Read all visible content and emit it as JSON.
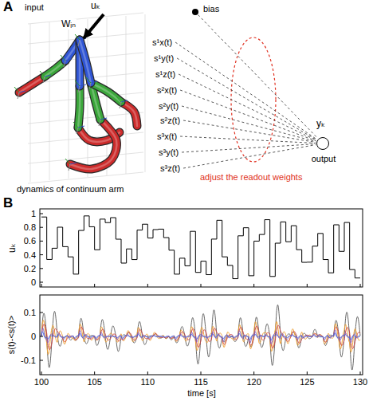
{
  "diagram": {
    "nodes": [
      {
        "text": [
          "bias"
        ]
      },
      {
        "text": [
          "yₖ",
          "output"
        ]
      }
    ],
    "edges": [
      {
        "from": 0,
        "to": 1,
        "arrow": "none"
      }
    ],
    "labels": [
      "A",
      "input",
      "uₖ",
      "Wᵢₙ",
      "s¹x(t)",
      "s¹y(t)",
      "s¹z(t)",
      "s²x(t)",
      "s²y(t)",
      "s²z(t)",
      "s³x(t)",
      "s³y(t)",
      "s³z(t)",
      "adjust the readout weights",
      "dynamics of continuum arm",
      "B",
      "uₖ",
      "0",
      "0.2",
      "0.4",
      "0.6",
      "0.8",
      "1",
      "s(t)-<s(t)>",
      "0.1",
      "0",
      "-0.1",
      "100",
      "105",
      "110",
      "115",
      "120",
      "125",
      "130",
      "time [s]"
    ]
  }
}
